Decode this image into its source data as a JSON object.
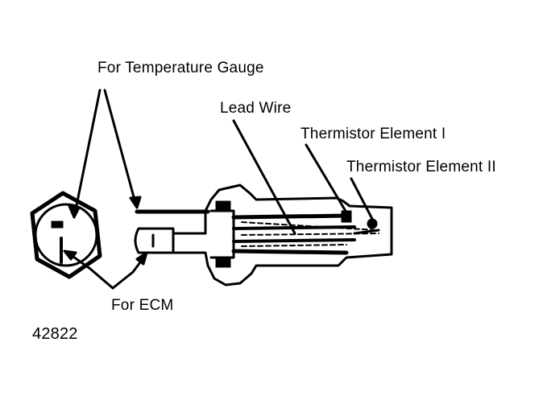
{
  "diagram": {
    "labels": {
      "temperature_gauge": "For Temperature Gauge",
      "lead_wire": "Lead Wire",
      "thermistor_1": "Thermistor Element I",
      "thermistor_2": "Thermistor Element II",
      "ecm": "For ECM"
    },
    "figure_number": "42822",
    "colors": {
      "ink": "#000000",
      "paper": "#ffffff"
    }
  }
}
